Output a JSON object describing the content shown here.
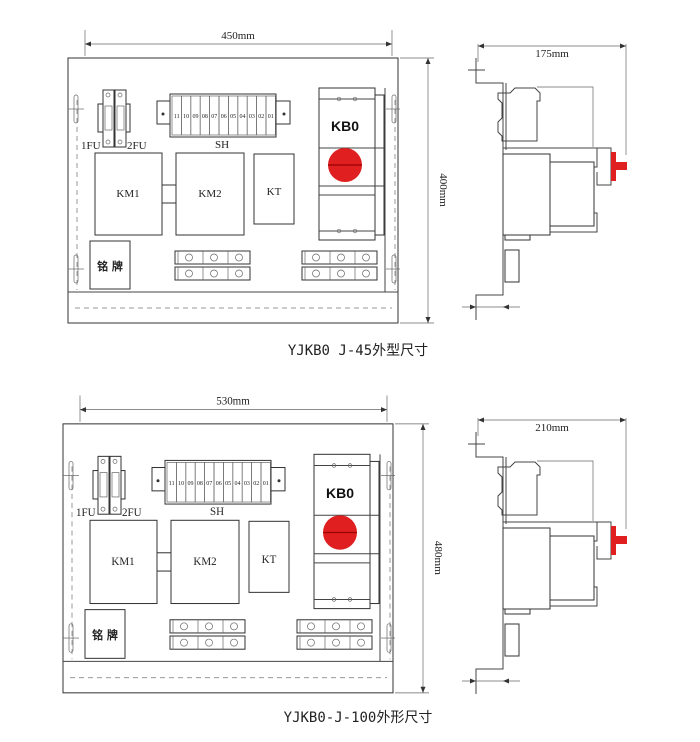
{
  "diagrams": [
    {
      "width_dim": "450mm",
      "height_dim": "400mm",
      "depth_dim": "175mm",
      "caption": "YJKB0 J-45外型尺寸",
      "fu1": "1FU",
      "fu2": "2FU",
      "sh": "SH",
      "km1": "KM1",
      "km2": "KM2",
      "kt": "KT",
      "kbo": "KB0",
      "nameplate": "铭 牌",
      "terminals": [
        "11",
        "10",
        "09",
        "08",
        "07",
        "06",
        "05",
        "04",
        "03",
        "02",
        "01"
      ]
    },
    {
      "width_dim": "530mm",
      "height_dim": "480mm",
      "depth_dim": "210mm",
      "caption": "YJKB0-J-100外形尺寸",
      "fu1": "1FU",
      "fu2": "2FU",
      "sh": "SH",
      "km1": "KM1",
      "km2": "KM2",
      "kt": "KT",
      "kbo": "KB0",
      "nameplate": "铭 牌",
      "terminals": [
        "11",
        "10",
        "09",
        "08",
        "07",
        "06",
        "05",
        "04",
        "03",
        "02",
        "01"
      ]
    }
  ],
  "colors": {
    "knob": "#e02020"
  }
}
